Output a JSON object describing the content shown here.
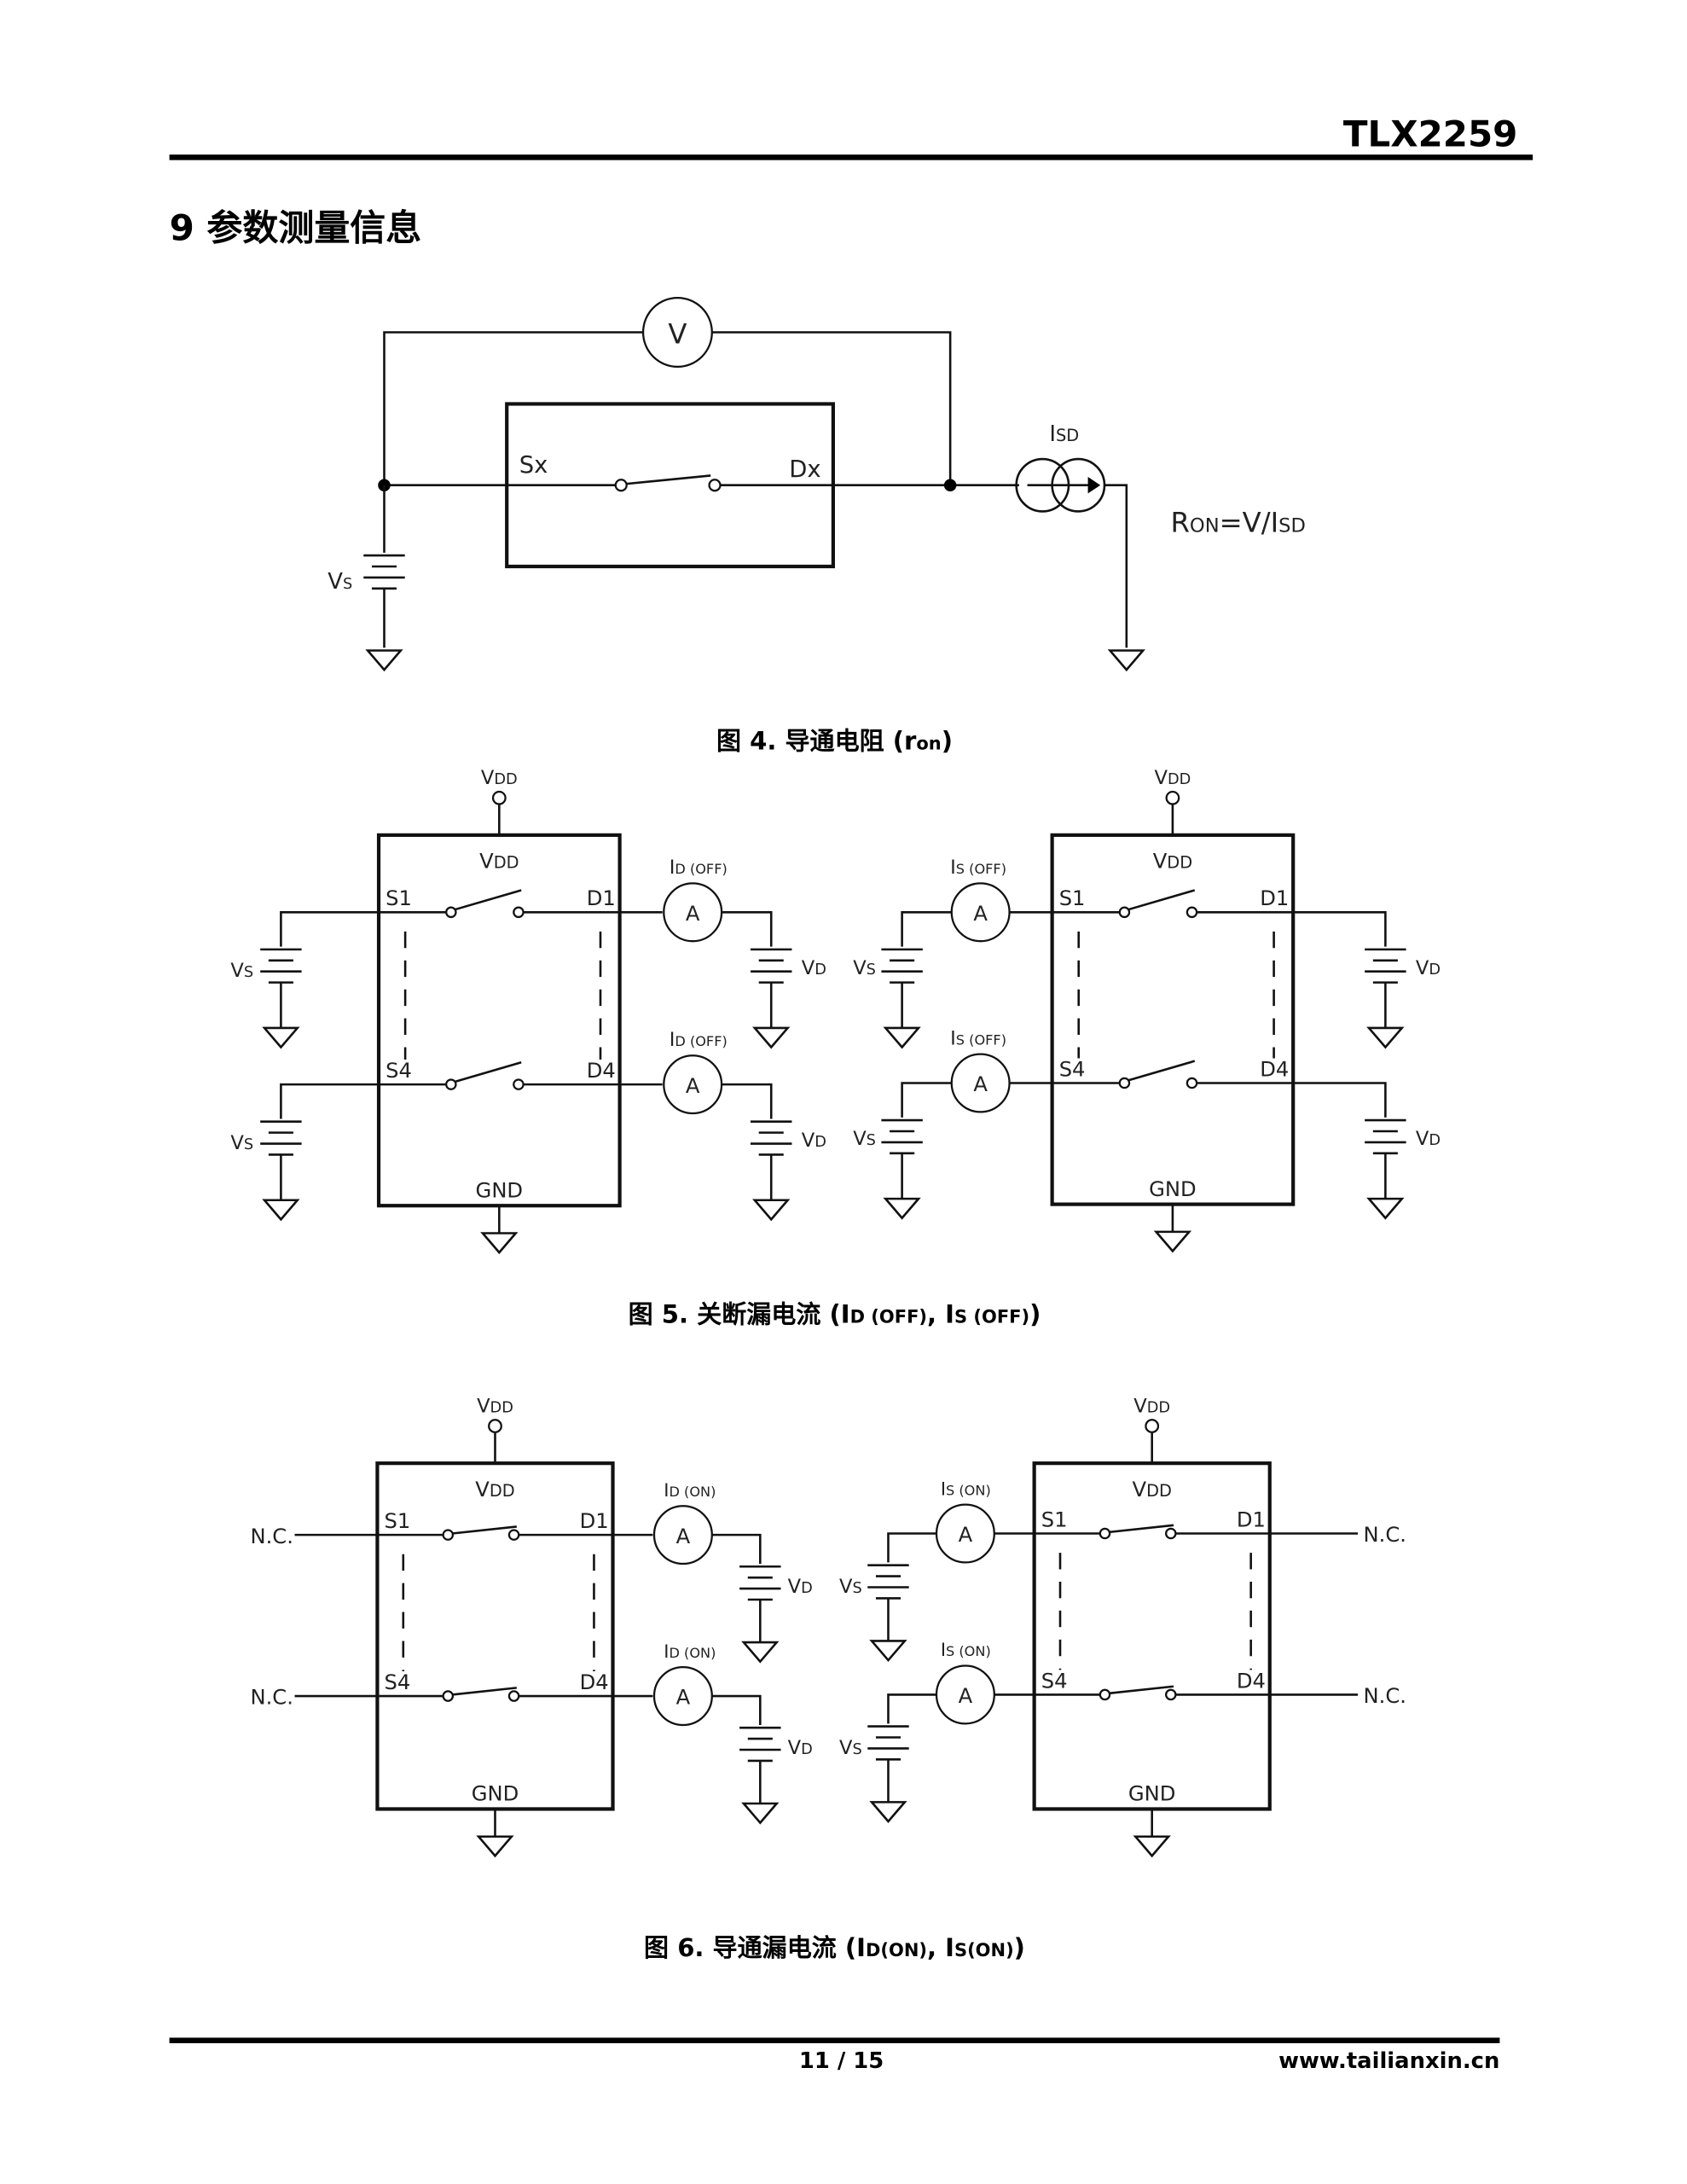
{
  "header": {
    "part_number": "TLX2259"
  },
  "section": {
    "title": "9 参数测量信息"
  },
  "figures": [
    {
      "id": "fig4",
      "caption_prefix": "图 4. 导通电阻 (r",
      "caption_sub": "on",
      "caption_suffix": ")",
      "labels": {
        "voltmeter": "V",
        "source_pin": "Sx",
        "drain_pin": "Dx",
        "current_source_main": "I",
        "current_source_sub": "SD",
        "vs_main": "V",
        "vs_sub": "S",
        "formula_r": "R",
        "formula_r_sub": "ON",
        "formula_mid": "=V/I",
        "formula_i_sub": "SD"
      }
    },
    {
      "id": "fig5",
      "caption_prefix": "图 5. 关断漏电流 (I",
      "caption_sub1": "D (OFF)",
      "caption_mid": ", I",
      "caption_sub2": "S (OFF)",
      "caption_suffix": ")",
      "left": {
        "vdd": "V",
        "vdd_sub": "DD",
        "pins": [
          "S1",
          "D1",
          "S4",
          "D4"
        ],
        "gnd": "GND",
        "meter_label": "I",
        "meter_sub": "D (OFF)",
        "meter_glyph": "A",
        "vs": "V",
        "vs_sub": "S",
        "vd": "V",
        "vd_sub": "D"
      },
      "right": {
        "vdd": "V",
        "vdd_sub": "DD",
        "pins": [
          "S1",
          "D1",
          "S4",
          "D4"
        ],
        "gnd": "GND",
        "meter_label": "I",
        "meter_sub": "S (OFF)",
        "meter_glyph": "A",
        "vs": "V",
        "vs_sub": "S",
        "vd": "V",
        "vd_sub": "D"
      }
    },
    {
      "id": "fig6",
      "caption_prefix": "图 6. 导通漏电流 (I",
      "caption_sub1": "D(ON)",
      "caption_mid": ", I",
      "caption_sub2": "S(ON)",
      "caption_suffix": ")",
      "left": {
        "vdd": "V",
        "vdd_sub": "DD",
        "pins": [
          "S1",
          "D1",
          "S4",
          "D4"
        ],
        "gnd": "GND",
        "nc": "N.C.",
        "meter_label": "I",
        "meter_sub": "D (ON)",
        "meter_glyph": "A",
        "vd": "V",
        "vd_sub": "D"
      },
      "right": {
        "vdd": "V",
        "vdd_sub": "DD",
        "pins": [
          "S1",
          "D1",
          "S4",
          "D4"
        ],
        "gnd": "GND",
        "nc": "N.C.",
        "meter_label": "I",
        "meter_sub": "S (ON)",
        "meter_glyph": "A",
        "vs": "V",
        "vs_sub": "S"
      }
    }
  ],
  "footer": {
    "page": "11 / 15",
    "website": "www.tailianxin.cn"
  }
}
